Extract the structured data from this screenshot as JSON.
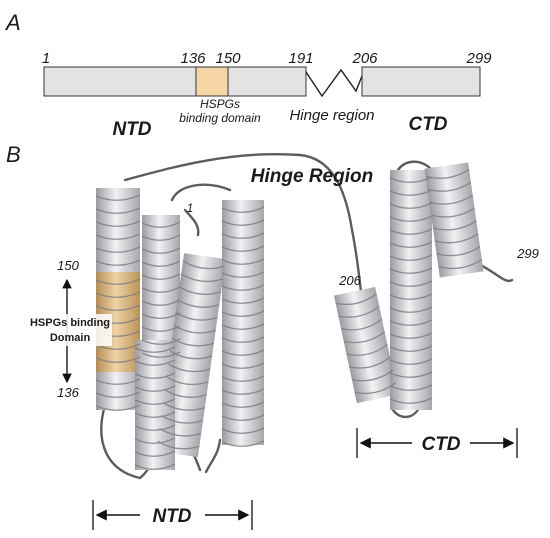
{
  "panel_a": {
    "letter": "A",
    "positions": [
      "1",
      "136",
      "150",
      "191",
      "206",
      "299"
    ],
    "domain_ntd": "NTD",
    "domain_ctd": "CTD",
    "hspg_line1": "HSPGs",
    "hspg_line2": "binding domain",
    "hinge": "Hinge region"
  },
  "panel_b": {
    "letter": "B",
    "hinge": "Hinge Region",
    "res_1": "1",
    "res_206": "206",
    "res_299": "299",
    "hspg_line1": "HSPGs binding",
    "hspg_line2": "Domain",
    "res_150": "150",
    "res_136": "136",
    "ntd": "NTD",
    "ctd": "CTD"
  },
  "colors": {
    "bar_fill": "#e3e3e5",
    "hspg_fill": "#f6d6a4",
    "helix_fill": "#d5d5d8",
    "helix_dark": "#9c9ca2",
    "helix_gold": "#d9b27a",
    "coil": "#5c5c60"
  }
}
